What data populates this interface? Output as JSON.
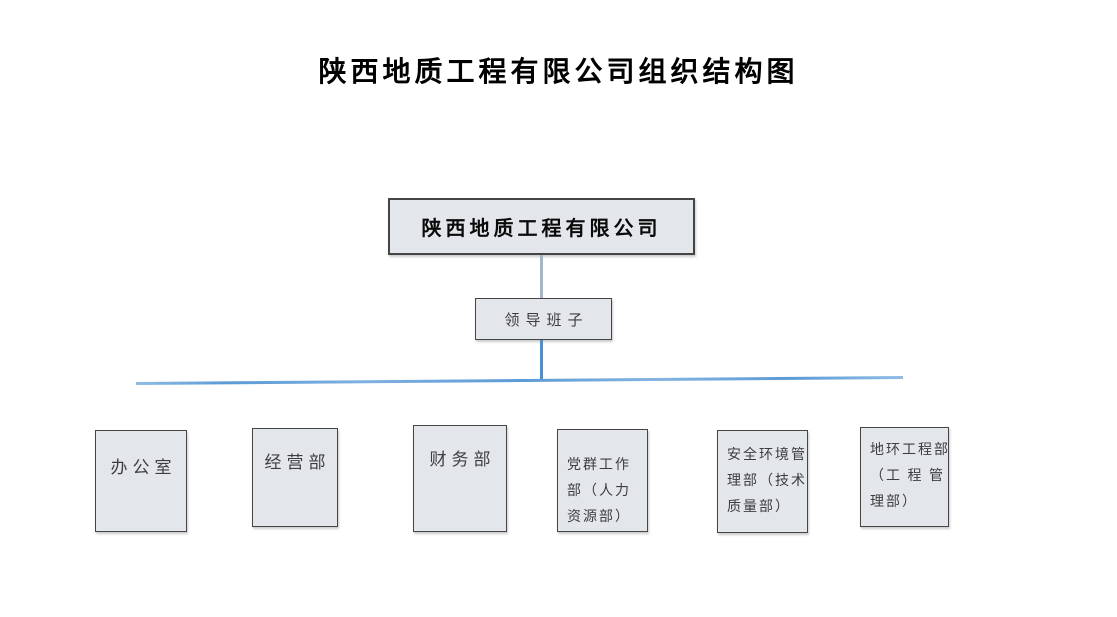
{
  "title": "陕西地质工程有限公司组织结构图",
  "root": {
    "label": "陕西地质工程有限公司"
  },
  "leadership": {
    "label": "领导班子"
  },
  "departments": [
    {
      "name": "办公室",
      "lines": [
        "办公室"
      ]
    },
    {
      "name": "经营部",
      "lines": [
        "经营部"
      ]
    },
    {
      "name": "财务部",
      "lines": [
        "财务部"
      ]
    },
    {
      "name": "党群工作部（人力资源部）",
      "lines": [
        "党群工作",
        "部（人力",
        "资源部）"
      ]
    },
    {
      "name": "安全环境管理部（技术质量部）",
      "lines": [
        "安全环境管",
        "理部（技术",
        "质量部）"
      ]
    },
    {
      "name": "地环工程部（工程管理部）",
      "lines": [
        "地环工程部",
        "（工 程 管",
        "理部）"
      ]
    }
  ],
  "colors": {
    "box_fill": "#e3e6eb",
    "box_border": "#454545",
    "connector_blue": "#5b9bd5",
    "connector_blue_light": "#8fbce6",
    "connector_gray_blue": "#a6b6ca",
    "text": "#3d3d3d"
  }
}
